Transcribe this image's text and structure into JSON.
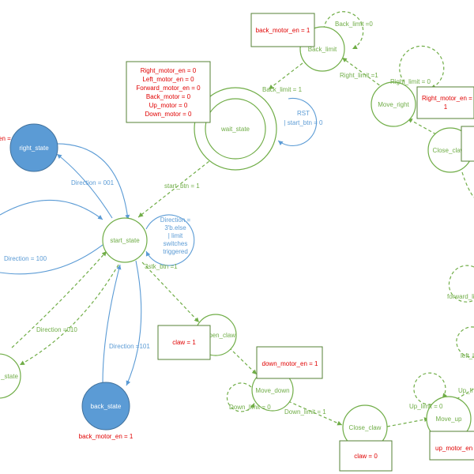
{
  "states": {
    "right_state": "right_state",
    "back_state": "back_state",
    "left_state_partial": "_state",
    "start_state": "start_state",
    "wait_state": "wait_state",
    "back_limit": "Back_limit",
    "move_right": "Move_right",
    "close_claw_top": "Close_claw",
    "open_claw": "Open_claw",
    "move_down": "Move_down",
    "close_claw_bottom": "Close_claw",
    "move_up": "Move_up",
    "forward_partial": "forward_li",
    "left_partial": "left_l"
  },
  "outputs": {
    "wait_state": [
      "Right_motor_en = 0",
      "Left_motor_en = 0",
      "Forward_motor_en = 0",
      "Back_motor = 0",
      "Up_motor = 0",
      "Down_motor = 0"
    ],
    "back_limit": "back_motor_en = 1",
    "move_right": [
      "Right_motor_en =",
      "1"
    ],
    "open_claw": "claw = 1",
    "move_down": "down_motor_en = 1",
    "close_claw_bottom": "claw = 0",
    "move_up": "up_motor_en",
    "back_state": "back_motor_en = 1",
    "right_state_partial": "en ="
  },
  "transitions": {
    "back_limit_self": "Back_limit =0",
    "back_limit_to_wait": "Back_limit = 1",
    "back_limit_from_move_right": "Right_limit =1",
    "move_right_self": "Right_limit = 0",
    "wait_to_start": "start_btn = 1",
    "rst": [
      "RST",
      "| start_btn = 0"
    ],
    "start_self": [
      "Direction =",
      "3'b.else",
      "| limit",
      "switches",
      "triggered"
    ],
    "right_to_start": "Direction = 001",
    "left_loop": "Direction = 100",
    "start_to_left": "Direction =010",
    "back_to_start": "Direction =101",
    "start_to_open": "3stk_btn =1",
    "move_down_self": "Down_limit = 0",
    "move_down_to_close": "Down_limit = 1",
    "move_up_self": "Up_limit = 0",
    "up_limit_partial": "Up_li"
  }
}
